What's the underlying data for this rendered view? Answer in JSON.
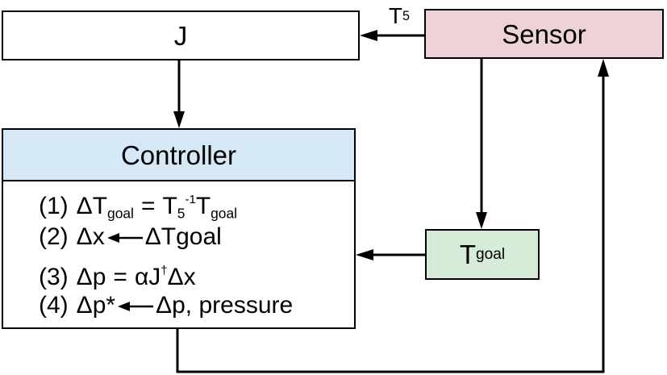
{
  "diagram": {
    "j_box": {
      "label": "J"
    },
    "sensor_box": {
      "label": "Sensor",
      "color": "#efd2d7"
    },
    "sensor_to_j_edge": {
      "label": "T",
      "subscript": "5"
    },
    "controller": {
      "title": "Controller",
      "header_color": "#d4e9f5",
      "equations": [
        {
          "number": "(1)",
          "lhs": "ΔT",
          "lhs_sub": "goal",
          "op": "=",
          "t": "T",
          "t_sub": "5",
          "t_sup": "-1",
          "rhs": "T",
          "rhs_sub": "goal"
        },
        {
          "number": "(2)",
          "lhs": "Δx",
          "rhs": "ΔTgoal"
        },
        {
          "number": "(3)",
          "lhs": "Δp",
          "op": "=",
          "rhs": "αJ",
          "rhs_sup": "†",
          "rhs_tail": "Δx"
        },
        {
          "number": "(4)",
          "lhs": "Δp*",
          "rhs": "Δp, pressure"
        }
      ]
    },
    "t_goal_box": {
      "label": "T",
      "subscript": "goal",
      "color": "#d6ebd8"
    }
  }
}
